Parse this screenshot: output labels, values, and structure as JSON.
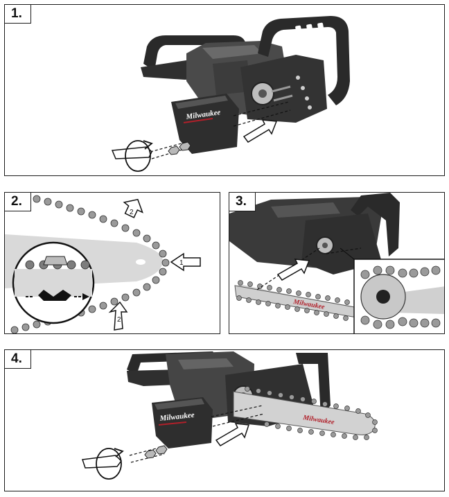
{
  "steps": [
    {
      "label": "1."
    },
    {
      "label": "2."
    },
    {
      "label": "3."
    },
    {
      "label": "4."
    }
  ],
  "brand": {
    "name": "Milwaukee"
  },
  "step2_markers": {
    "push": "1",
    "top_pull": "2",
    "bottom_pull": "2"
  },
  "colors": {
    "ink": "#1a1a1a",
    "dark_body": "#3b3b3b",
    "mid_gray": "#6d6d6d",
    "light_gray": "#d8d8d8",
    "chain_gray": "#9a9a9a",
    "brand_red": "#b0202a"
  }
}
